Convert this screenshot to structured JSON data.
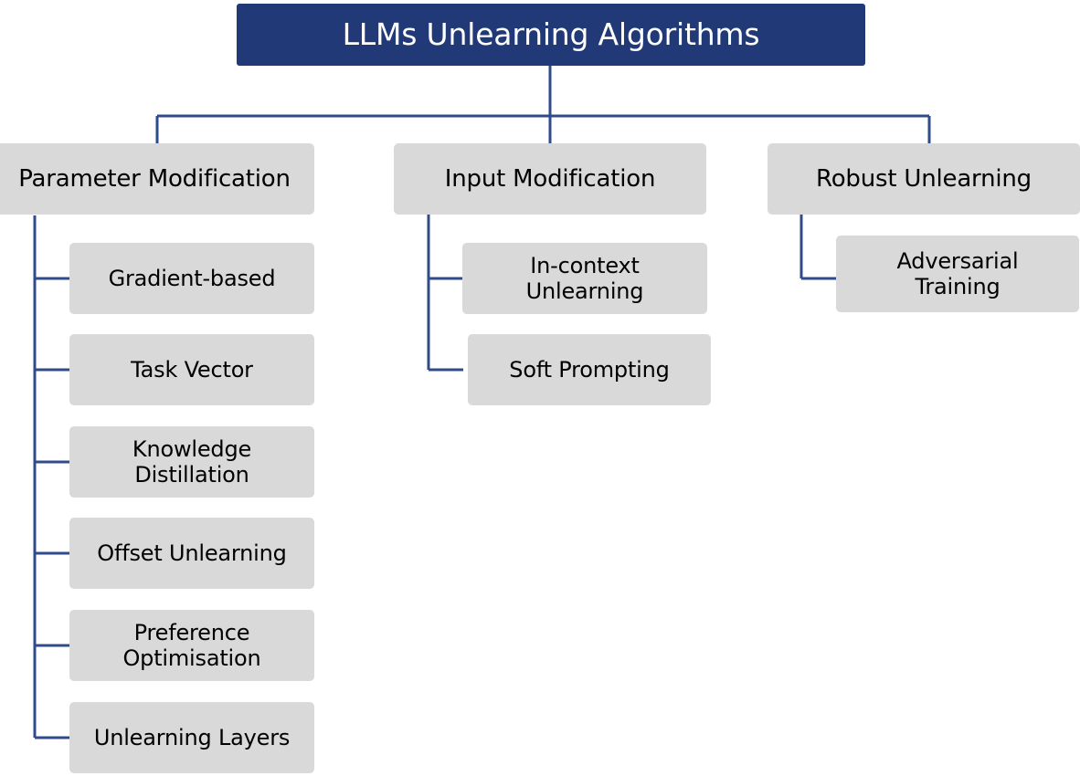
{
  "diagram": {
    "type": "hierarchy-tree",
    "title": "LLMs Unlearning Algorithms",
    "colors": {
      "root_fill": "#213a77",
      "root_text": "#ffffff",
      "node_fill": "#d9d9d9",
      "node_text": "#000000",
      "connector": "#2f4b8c",
      "background": "#ffffff"
    },
    "root": {
      "label": "LLMs Unlearning Algorithms"
    },
    "branches": [
      {
        "label": "Parameter Modification",
        "children": [
          {
            "label": "Gradient-based"
          },
          {
            "label": "Task Vector"
          },
          {
            "label": "Knowledge\nDistillation"
          },
          {
            "label": "Offset Unlearning"
          },
          {
            "label": "Preference\nOptimisation"
          },
          {
            "label": "Unlearning Layers"
          }
        ]
      },
      {
        "label": "Input Modification",
        "children": [
          {
            "label": "In-context\nUnlearning"
          },
          {
            "label": "Soft Prompting"
          }
        ]
      },
      {
        "label": "Robust Unlearning",
        "children": [
          {
            "label": "Adversarial\nTraining"
          }
        ]
      }
    ]
  }
}
